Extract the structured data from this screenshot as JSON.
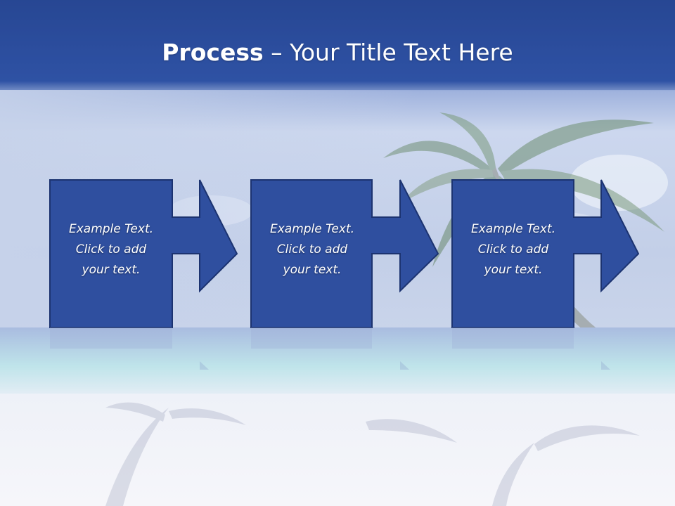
{
  "slide": {
    "title_bold": "Process",
    "title_rest": " – Your Title Text Here"
  },
  "steps": [
    {
      "lines": [
        "Example Text.",
        "Click  to add",
        "your text."
      ]
    },
    {
      "lines": [
        "Example Text.",
        "Click  to add",
        "your text."
      ]
    },
    {
      "lines": [
        "Example Text.",
        "Click  to add",
        "your text."
      ]
    }
  ],
  "colors": {
    "header": "#2d4f9e",
    "box_fill": "#2f4f9f",
    "box_border": "#1c3370",
    "sky": "#c4d1ea",
    "sand": "#f3f4f9"
  },
  "background_scene": "beach-with-palm-tree"
}
